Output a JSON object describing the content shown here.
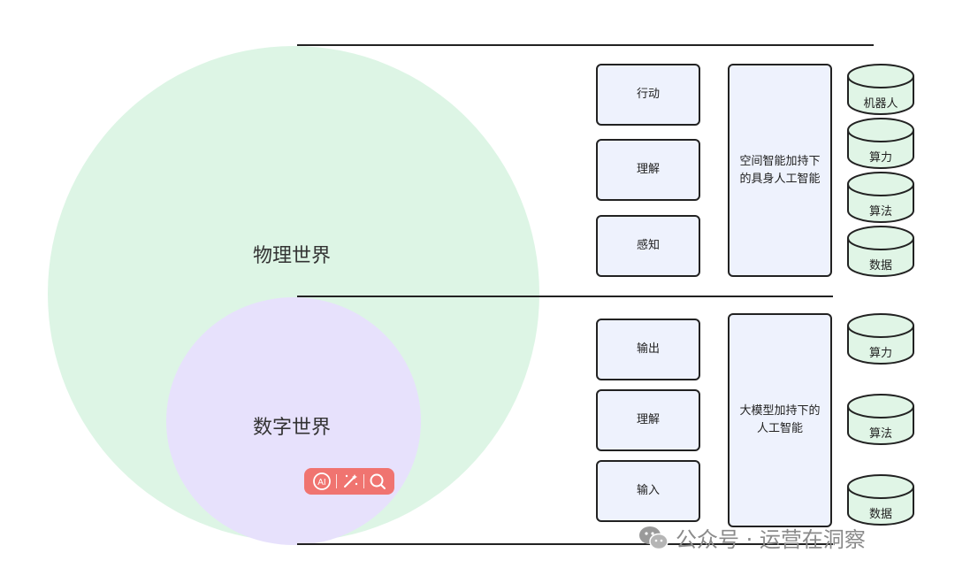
{
  "circles": {
    "physical_label": "物理世界",
    "digital_label": "数字世界"
  },
  "physical_section": {
    "steps": [
      "行动",
      "理解",
      "感知"
    ],
    "summary": "空间智能加持下的具身人工智能",
    "resources": [
      "机器人",
      "算力",
      "算法",
      "数据"
    ]
  },
  "digital_section": {
    "steps": [
      "输出",
      "理解",
      "输入"
    ],
    "summary": "大模型加持下的人工智能",
    "resources": [
      "算力",
      "算法",
      "数据"
    ]
  },
  "toolbar": {
    "ai_label": "AI"
  },
  "watermark": {
    "text": "公众号 · 运营在洞察"
  },
  "colors": {
    "physical_circle": "#ddf5e5",
    "digital_circle": "#e7e1fc",
    "box_fill": "#eef2fd",
    "cylinder_fill": "#e0f5e6",
    "toolbar": "#f07470"
  }
}
